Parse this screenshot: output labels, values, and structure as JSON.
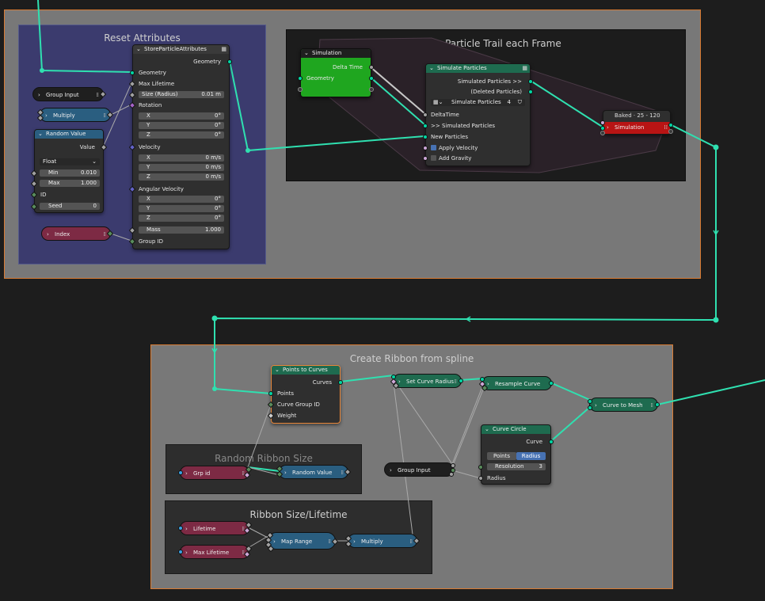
{
  "frames": {
    "reset_attributes": {
      "title": "Reset Attributes"
    },
    "spawn_trail": {
      "title": "Spawn Particle Trail each Frame"
    },
    "create_ribbon": {
      "title": "Create Ribbon from spline"
    },
    "random_ribbon_size": {
      "title": "Random Ribbon Size"
    },
    "ribbon_size_lifetime": {
      "title": "Ribbon Size/Lifetime"
    }
  },
  "store_particle": {
    "title": "StoreParticleAttributes",
    "out_geometry": "Geometry",
    "geometry": "Geometry",
    "max_lifetime": "Max Lifetime",
    "size_label": "Size (Radius)",
    "size_value": "0.01 m",
    "rotation": "Rotation",
    "rot_x": "X",
    "rot_x_v": "0°",
    "rot_y": "Y",
    "rot_y_v": "0°",
    "rot_z": "Z",
    "rot_z_v": "0°",
    "velocity": "Velocity",
    "vel_x": "X",
    "vel_x_v": "0 m/s",
    "vel_y": "Y",
    "vel_y_v": "0 m/s",
    "vel_z": "Z",
    "vel_z_v": "0 m/s",
    "angular_velocity": "Angular Velocity",
    "ang_x": "X",
    "ang_x_v": "0°",
    "ang_y": "Y",
    "ang_y_v": "0°",
    "ang_z": "Z",
    "ang_z_v": "0°",
    "mass": "Mass",
    "mass_v": "1.000",
    "group_id": "Group ID"
  },
  "group_input_1": {
    "label": "Group Input"
  },
  "multiply_1": {
    "label": "Multiply"
  },
  "random_value_1": {
    "title": "Random Value",
    "value": "Value",
    "type": "Float",
    "min": "Min",
    "min_v": "0.010",
    "max": "Max",
    "max_v": "1.000",
    "id": "ID",
    "seed": "Seed",
    "seed_v": "0"
  },
  "index": {
    "label": "Index"
  },
  "simulation_input": {
    "title": "Simulation",
    "delta_time": "Delta Time",
    "geometry": "Geometry"
  },
  "simulate_particles": {
    "title": "Simulate Particles",
    "out_simulated": "Simulated Particles >>",
    "out_deleted": "(Deleted Particles)",
    "group_name": "Simulate Particles",
    "users": "4",
    "delta_time": "DeltaTime",
    "in_simulated": ">> Simulated Particles",
    "new_particles": "New Particles",
    "apply_velocity": "Apply Velocity",
    "add_gravity": "Add Gravity"
  },
  "simulation_output": {
    "baked": "Baked · 25 - 120",
    "label": "Simulation"
  },
  "points_to_curves": {
    "title": "Points to Curves",
    "curves": "Curves",
    "points": "Points",
    "curve_group_id": "Curve Group ID",
    "weight": "Weight"
  },
  "set_curve_radius": {
    "label": "Set Curve Radius"
  },
  "resample_curve": {
    "label": "Resample Curve"
  },
  "curve_to_mesh": {
    "label": "Curve to Mesh"
  },
  "curve_circle": {
    "title": "Curve Circle",
    "curve": "Curve",
    "mode_points": "Points",
    "mode_radius": "Radius",
    "resolution": "Resolution",
    "resolution_v": "3",
    "radius": "Radius"
  },
  "group_input_2": {
    "label": "Group Input"
  },
  "grp_id": {
    "label": "Grp id"
  },
  "random_value_2": {
    "label": "Random Value"
  },
  "lifetime": {
    "label": "Lifetime"
  },
  "max_lifetime": {
    "label": "Max Lifetime"
  },
  "map_range": {
    "label": "Map Range"
  },
  "multiply_2": {
    "label": "Multiply"
  },
  "colors": {
    "frame_gray": "#777777",
    "frame_blue": "#3b3b6e",
    "frame_dark": "#1f1f1f",
    "frame_border": "#d97b33",
    "header_geometry": "#1e6b4f",
    "header_simulation": "#1fa61f",
    "header_sim_out": "#b81414",
    "header_utility": "#2a5e80",
    "header_attribute": "#7d2a44",
    "header_input": "#1f1f1f",
    "link": "#2fe0b0",
    "link_gray": "#b0b0b0"
  }
}
